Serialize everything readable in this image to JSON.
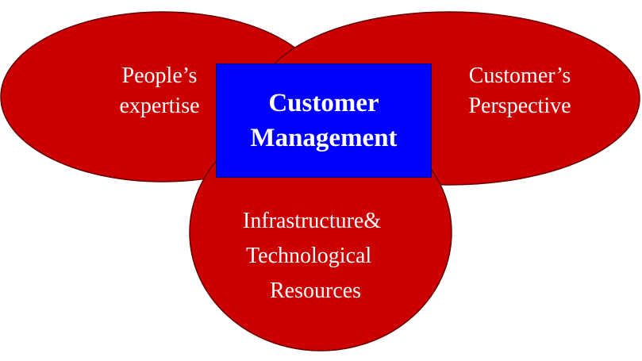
{
  "colors": {
    "ellipse_fill": "#cc0000",
    "ellipse_stroke": "#660000",
    "center_fill": "#0000ff",
    "text": "#ffffff"
  },
  "diagram": {
    "left_circle": {
      "lines": [
        "People’s",
        "expertise"
      ]
    },
    "right_circle": {
      "lines": [
        "Customer’s",
        "Perspective"
      ]
    },
    "bottom_circle": {
      "lines": [
        "Infrastructure&",
        "Technological",
        "Resources"
      ]
    },
    "center": {
      "lines": [
        "Customer",
        "Management"
      ]
    }
  }
}
